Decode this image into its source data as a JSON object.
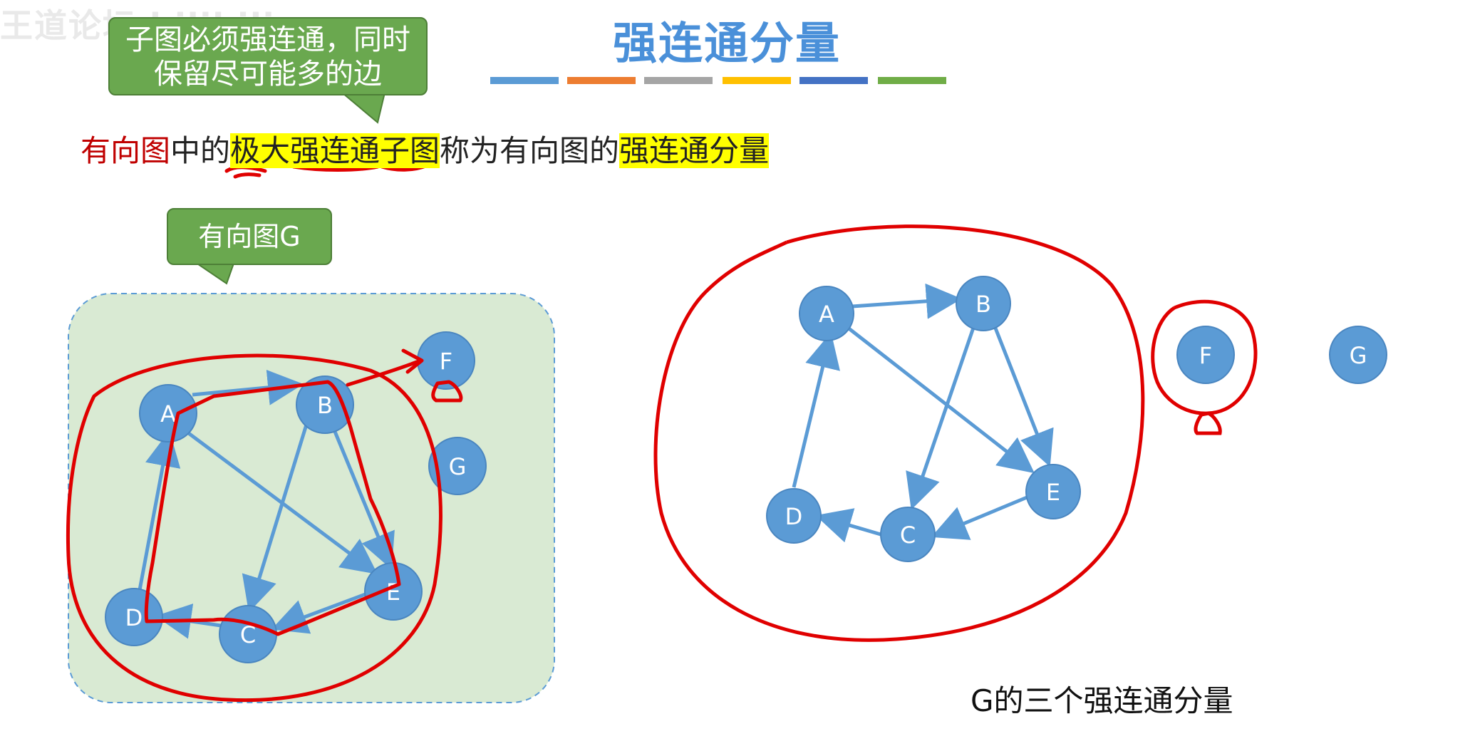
{
  "watermark": "王道论坛 bilibili",
  "title": "强连通分量",
  "title_bar_colors": [
    "#5b9bd5",
    "#ed7d31",
    "#a5a5a5",
    "#ffc000",
    "#4472c4",
    "#70ad47"
  ],
  "callout_top": {
    "line1": "子图必须强连通，同时",
    "line2": "保留尽可能多的边"
  },
  "definition": {
    "part1": "有向图",
    "part2": "中的",
    "part3": "极大强连通子图",
    "part4": "称为有向图的",
    "part5": "强连通分量"
  },
  "callout_graph": "有向图G",
  "left_graph_nodes": [
    "A",
    "B",
    "C",
    "D",
    "E",
    "F",
    "G"
  ],
  "right_graph_nodes": [
    "A",
    "B",
    "C",
    "D",
    "E",
    "F",
    "G"
  ],
  "caption": "G的三个强连通分量",
  "colors": {
    "node_fill": "#5b9bd5",
    "edge": "#5b9bd5",
    "annotation": "#e00000",
    "panel_fill": "#d9ead3",
    "highlight": "#ffff00",
    "title": "#4a90d9"
  }
}
